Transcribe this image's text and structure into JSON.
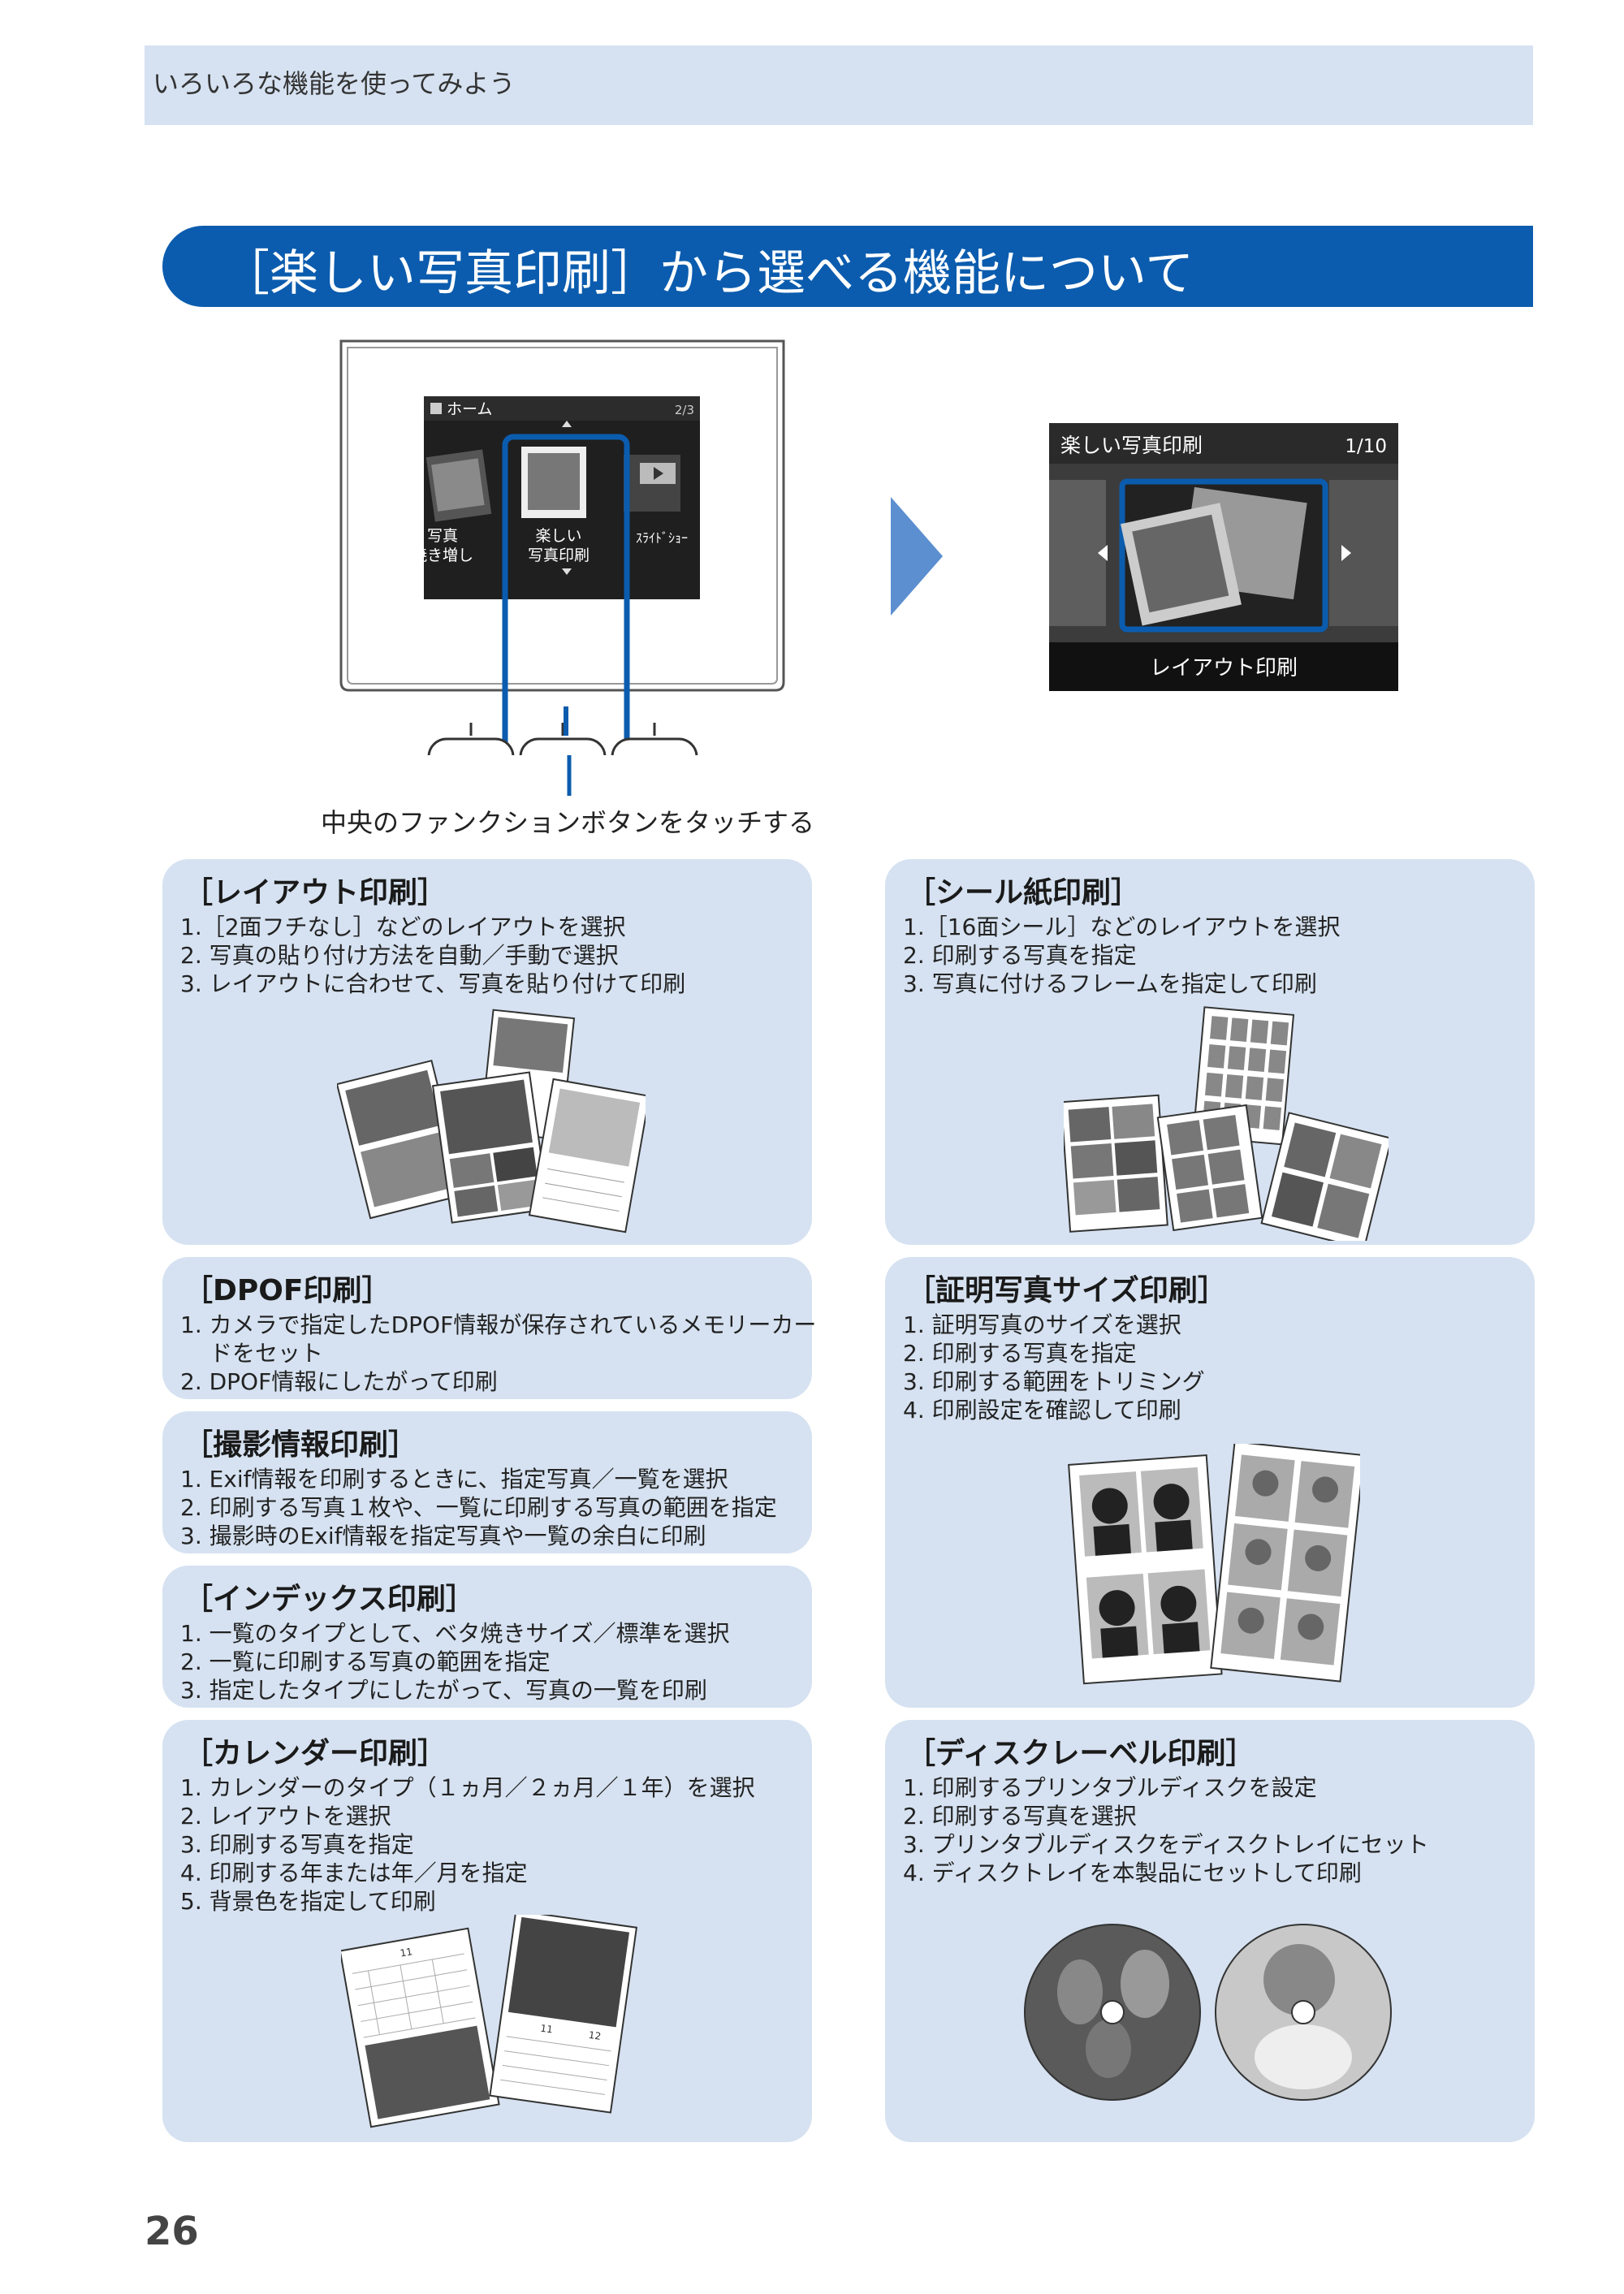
{
  "header": {
    "text": "いろいろな機能を使ってみよう"
  },
  "title": "［楽しい写真印刷］から選べる機能について",
  "device_screen": {
    "home_label": "ホーム",
    "page": "2/3",
    "items": [
      {
        "label_line1": "写真",
        "label_line2": "焼き増し"
      },
      {
        "label_line1": "楽しい",
        "label_line2": "写真印刷"
      },
      {
        "label_line1": "ｽﾗｲﾄﾞｼｮｰ",
        "label_line2": ""
      }
    ]
  },
  "result_screen": {
    "title": "楽しい写真印刷",
    "page": "1/10",
    "footer": "レイアウト印刷"
  },
  "instruction": "中央のファンクションボタンをタッチする",
  "cards": {
    "layout": {
      "title": "［レイアウト印刷］",
      "items": [
        "1.［2面フチなし］などのレイアウトを選択",
        "2. 写真の貼り付け方法を自動／手動で選択",
        "3. レイアウトに合わせて、写真を貼り付けて印刷"
      ]
    },
    "sticker": {
      "title": "［シール紙印刷］",
      "items": [
        "1.［16面シール］などのレイアウトを選択",
        "2. 印刷する写真を指定",
        "3. 写真に付けるフレームを指定して印刷"
      ]
    },
    "dpof": {
      "title": "［DPOF印刷］",
      "items": [
        "1. カメラで指定したDPOF情報が保存されているメモリーカードをセット",
        "2. DPOF情報にしたがって印刷"
      ]
    },
    "idphoto": {
      "title": "［証明写真サイズ印刷］",
      "items": [
        "1. 証明写真のサイズを選択",
        "2. 印刷する写真を指定",
        "3. 印刷する範囲をトリミング",
        "4. 印刷設定を確認して印刷"
      ]
    },
    "exif": {
      "title": "［撮影情報印刷］",
      "items": [
        "1. Exif情報を印刷するときに、指定写真／一覧を選択",
        "2. 印刷する写真１枚や、一覧に印刷する写真の範囲を指定",
        "3. 撮影時のExif情報を指定写真や一覧の余白に印刷"
      ]
    },
    "index": {
      "title": "［インデックス印刷］",
      "items": [
        "1. 一覧のタイプとして、ベタ焼きサイズ／標準を選択",
        "2. 一覧に印刷する写真の範囲を指定",
        "3. 指定したタイプにしたがって、写真の一覧を印刷"
      ]
    },
    "calendar": {
      "title": "［カレンダー印刷］",
      "items": [
        "1. カレンダーのタイプ（１ヵ月／２ヵ月／１年）を選択",
        "2. レイアウトを選択",
        "3. 印刷する写真を指定",
        "4. 印刷する年または年／月を指定",
        "5. 背景色を指定して印刷"
      ],
      "month_a": "11",
      "month_b": "11",
      "month_c": "12"
    },
    "disc": {
      "title": "［ディスクレーベル印刷］",
      "items": [
        "1. 印刷するプリンタブルディスクを設定",
        "2. 印刷する写真を選択",
        "3. プリンタブルディスクをディスクトレイにセット",
        "4. ディスクトレイを本製品にセットして印刷"
      ]
    }
  },
  "page_number": "26"
}
